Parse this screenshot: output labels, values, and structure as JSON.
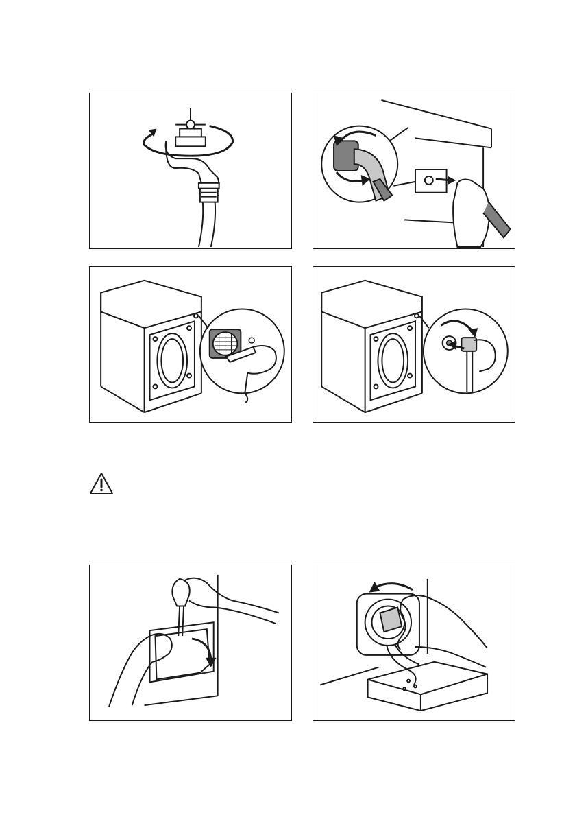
{
  "page": {
    "panels": [
      {
        "id": "p1",
        "icon": "tap-icon"
      },
      {
        "id": "p2",
        "icon": "inlet-hose-icon"
      },
      {
        "id": "p3",
        "icon": "filter-cleaning-icon"
      },
      {
        "id": "p4",
        "icon": "hose-reconnect-icon"
      },
      {
        "id": "p5",
        "icon": "flap-open-icon"
      },
      {
        "id": "p6",
        "icon": "drain-filter-icon"
      }
    ],
    "warning_icon": "warning-triangle-icon"
  },
  "colors": {
    "line": "#1a1a1a",
    "grey": "#808080",
    "light_grey": "#c8c8c8"
  }
}
